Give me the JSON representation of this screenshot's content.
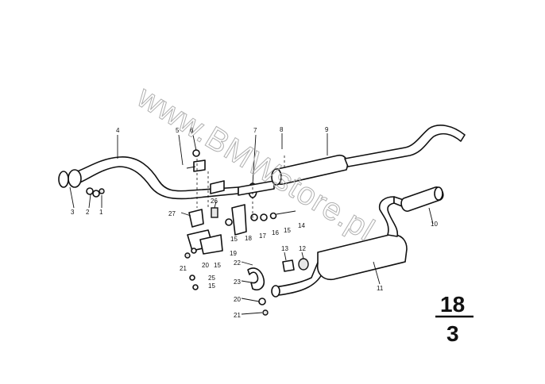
{
  "watermark": "www.BMWstore.pl",
  "figure": {
    "numerator": "18",
    "denominator": "3"
  },
  "callouts": {
    "c1": "1",
    "c2": "2",
    "c3": "3",
    "c4": "4",
    "c5": "5",
    "c6": "6",
    "c7": "7",
    "c8": "8",
    "c9": "9",
    "c10": "10",
    "c11": "11",
    "c12": "12",
    "c13": "13",
    "c14": "14",
    "c15a": "15",
    "c15b": "15",
    "c15c": "15",
    "c15d": "15",
    "c16": "16",
    "c17": "17",
    "c18": "18",
    "c19": "19",
    "c20a": "20",
    "c20b": "20",
    "c21a": "21",
    "c21b": "21",
    "c22": "22",
    "c23": "23",
    "c25": "25",
    "c26": "26",
    "c27": "27"
  }
}
